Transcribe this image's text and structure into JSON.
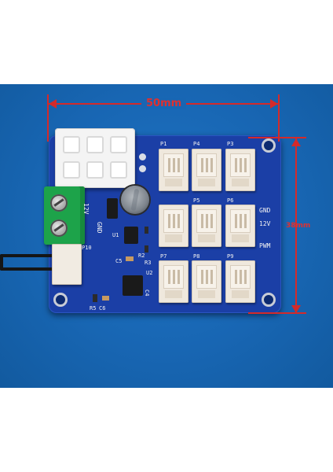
{
  "dimensions": {
    "width_label": "50mm",
    "height_label": "38mm",
    "color": "#d42a2a"
  },
  "board": {
    "header_labels": [
      "P1",
      "P4",
      "P3",
      "P5",
      "P6",
      "P7",
      "P8",
      "P9"
    ],
    "input_labels": {
      "v12": "12V",
      "gnd": "GND"
    },
    "pin_labels": {
      "gnd": "GND",
      "v12": "12V",
      "pwm": "PWM"
    },
    "component_labels": {
      "p10": "P10",
      "u1": "U1",
      "c5": "C5",
      "r2": "R2",
      "u2": "U2",
      "r3": "R3",
      "c4": "C4",
      "r5": "R5",
      "c6": "C6"
    }
  },
  "colors": {
    "background": "#1866b3",
    "pcb": "#1b3fa6",
    "terminal": "#1da34a"
  }
}
